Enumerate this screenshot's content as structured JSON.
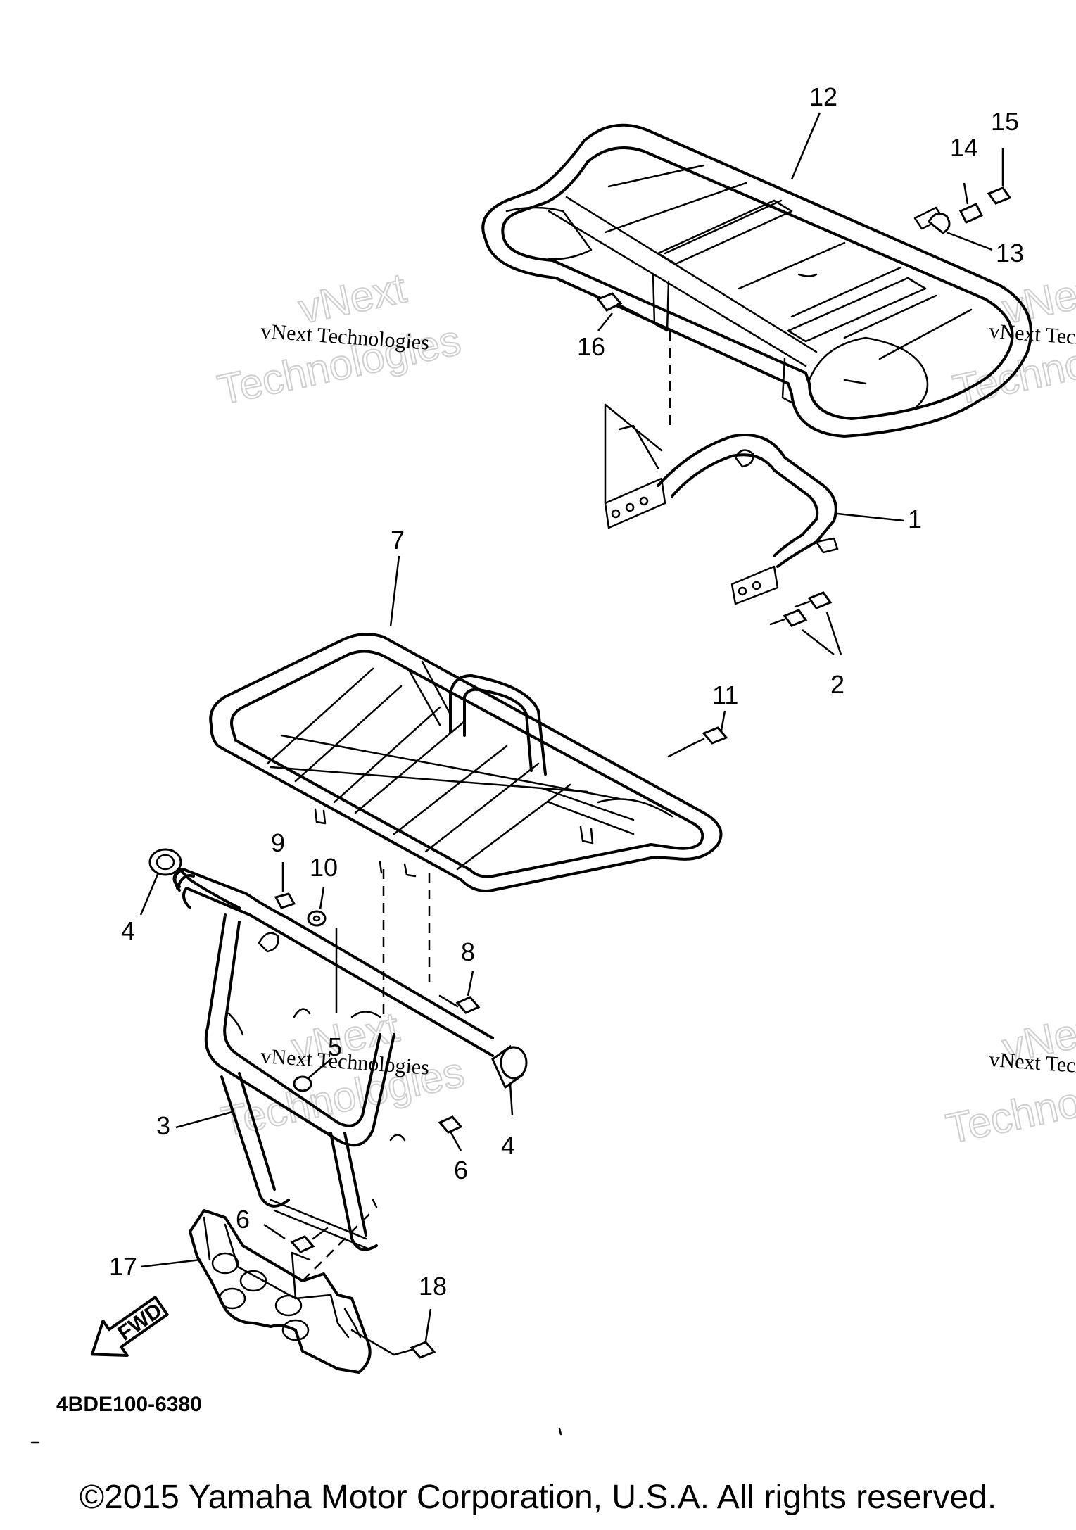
{
  "watermark": "vNext Technologies",
  "watermark_big_1": "vNext",
  "watermark_big_2": "Technologies",
  "diagram_code": "4BDE100-6380",
  "fwd_label": "FWD",
  "callouts": {
    "c1": "1",
    "c2": "2",
    "c3": "3",
    "c4a": "4",
    "c4b": "4",
    "c5": "5",
    "c6a": "6",
    "c6b": "6",
    "c7": "7",
    "c8": "8",
    "c9": "9",
    "c10": "10",
    "c11": "11",
    "c12": "12",
    "c13": "13",
    "c14": "14",
    "c15": "15",
    "c16": "16",
    "c17": "17",
    "c18": "18"
  },
  "copyright": "©2015 Yamaha Motor Corporation, U.S.A. All rights reserved."
}
